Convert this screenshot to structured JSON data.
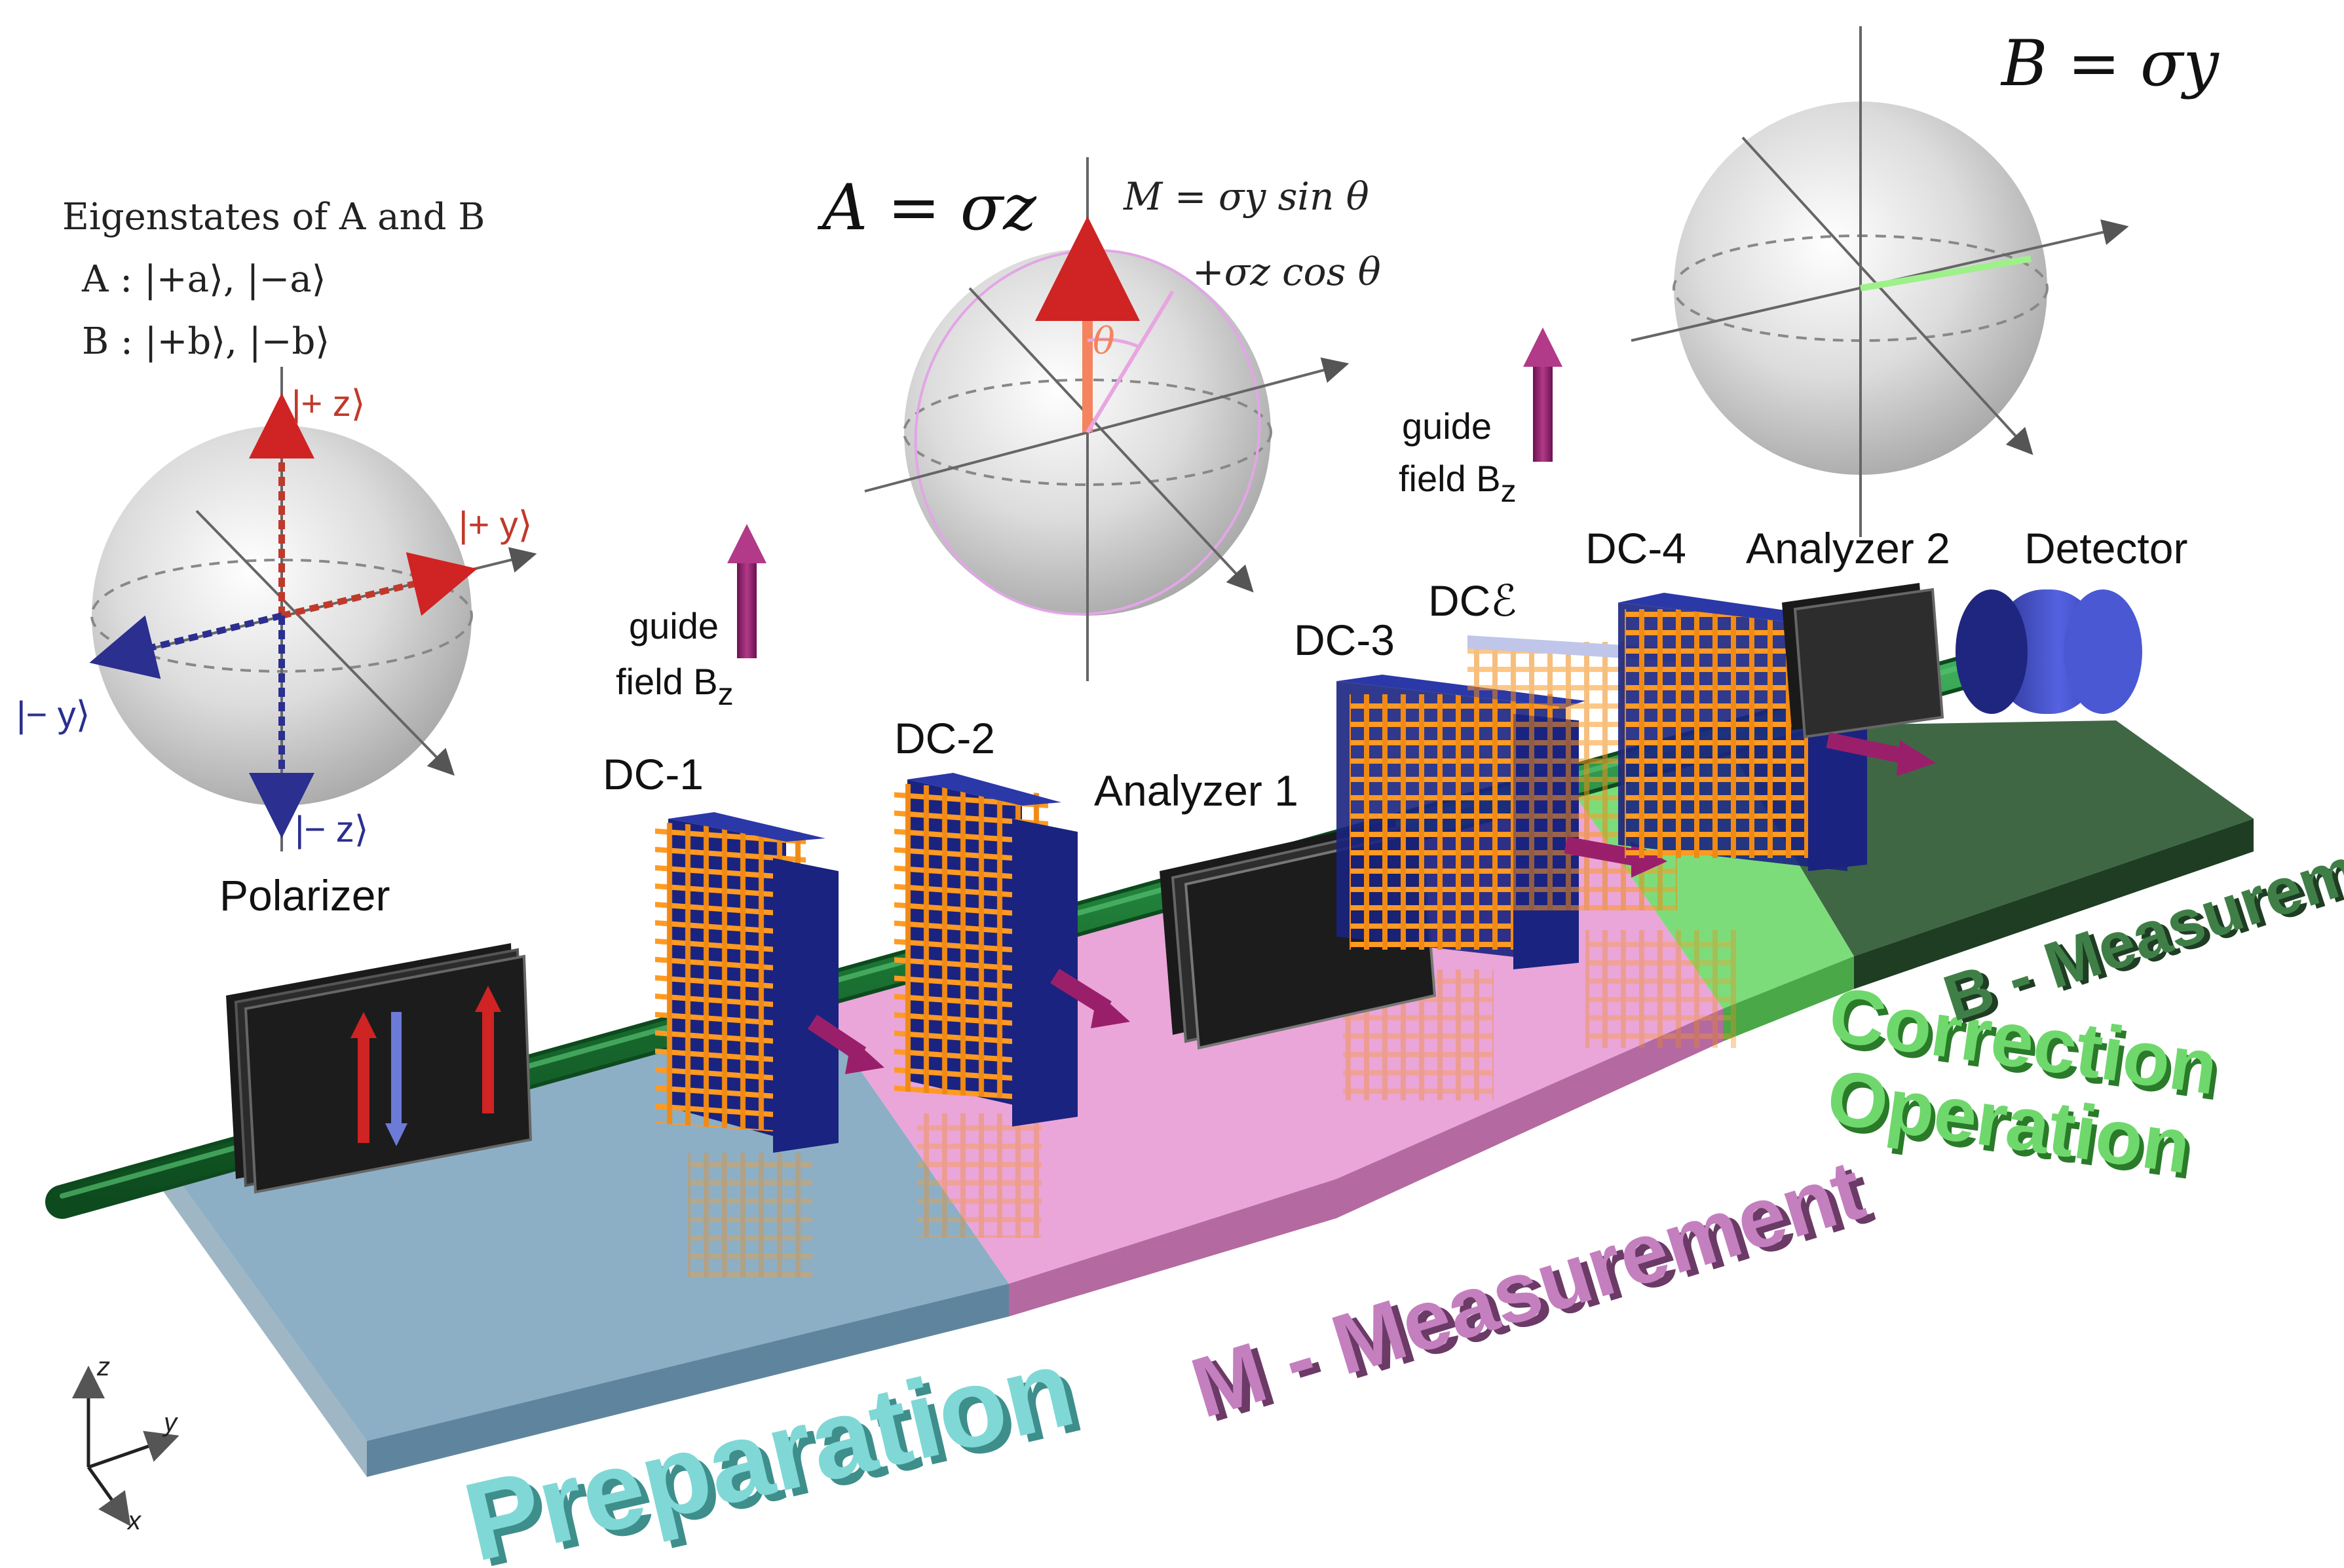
{
  "eigenstates": {
    "heading": "Eigenstates of A and B",
    "line_a": "A : |+a⟩, |−a⟩",
    "line_b": "B : |+b⟩, |−b⟩"
  },
  "sphere_prep": {
    "plus_z": "|+ z⟩",
    "minus_z": "|− z⟩",
    "plus_y": "|+ y⟩",
    "minus_y": "|− y⟩"
  },
  "sphere_m": {
    "a_eq": "A = σz",
    "m_line1": "M = σy sin θ",
    "m_line2": "+σz cos θ",
    "theta": "θ"
  },
  "sphere_b": {
    "b_eq": "B = σy"
  },
  "components": {
    "polarizer": "Polarizer",
    "dc1": "DC-1",
    "dc2": "DC-2",
    "analyzer1": "Analyzer 1",
    "dc3": "DC-3",
    "dce": "DCℰ",
    "dc4": "DC-4",
    "analyzer2": "Analyzer 2",
    "detector": "Detector"
  },
  "guide_field": {
    "line1": "guide",
    "line2": "field B",
    "subscript": "z"
  },
  "stages": {
    "preparation": "Preparation",
    "m_measurement": "M - Measurement",
    "correction_line1": "Correction",
    "correction_line2": "Operation",
    "b_measurement": "B - Measurement"
  },
  "axes_triad": {
    "z": "z",
    "y": "y",
    "x": "x"
  },
  "colors": {
    "preparation": "#7fa6c0",
    "m_measurement": "#e79ad3",
    "correction": "#6fd86c",
    "b_measurement": "#2f5a34",
    "beam": "#1d7a36",
    "coil": "#ff9a22",
    "coil_frame": "#1a2380",
    "arrow_red": "#d02323",
    "arrow_blue": "#2b2f8f",
    "guide_arrow": "#9a1f6b",
    "detector": "#3642b9"
  }
}
